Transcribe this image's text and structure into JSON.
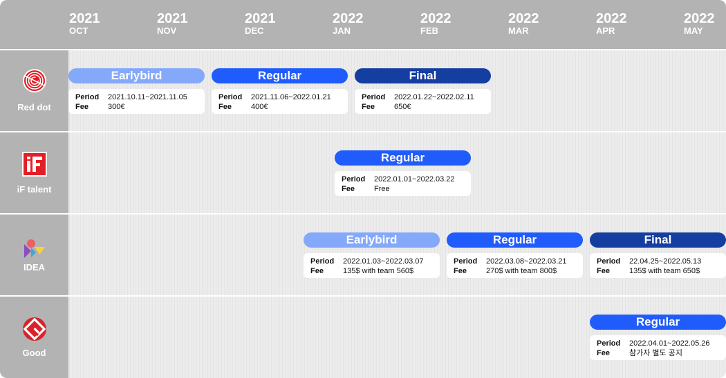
{
  "timeline": {
    "months": [
      {
        "year": "2021",
        "month": "OCT"
      },
      {
        "year": "2021",
        "month": "NOV"
      },
      {
        "year": "2021",
        "month": "DEC"
      },
      {
        "year": "2022",
        "month": "JAN"
      },
      {
        "year": "2022",
        "month": "FEB"
      },
      {
        "year": "2022",
        "month": "MAR"
      },
      {
        "year": "2022",
        "month": "APR"
      },
      {
        "year": "2022",
        "month": "MAY"
      }
    ]
  },
  "labels": {
    "period": "Period",
    "fee": "Fee"
  },
  "colors": {
    "earlybird": "#84a9fb",
    "regular": "#1f5cfb",
    "final": "#143ea0",
    "header": "#b3b3b3",
    "background": "#ececec"
  },
  "awards": [
    {
      "name": "Red dot",
      "icon": "red-dot-logo-icon",
      "phases": [
        {
          "label": "Earlybird",
          "type": "earlybird",
          "period": "2021.10.11~2021.11.05",
          "fee": "300€"
        },
        {
          "label": "Regular",
          "type": "regular",
          "period": "2021.11.06~2022.01.21",
          "fee": "400€"
        },
        {
          "label": "Final",
          "type": "final",
          "period": "2022.01.22~2022.02.11",
          "fee": "650€"
        }
      ]
    },
    {
      "name": "iF talent",
      "icon": "if-logo-icon",
      "phases": [
        {
          "label": "Regular",
          "type": "regular",
          "period": "2022.01.01~2022.03.22",
          "fee": "Free"
        }
      ]
    },
    {
      "name": "IDEA",
      "icon": "idea-logo-icon",
      "phases": [
        {
          "label": "Earlybird",
          "type": "earlybird",
          "period": "2022.01.03~2022.03.07",
          "fee": "135$ with team 560$"
        },
        {
          "label": "Regular",
          "type": "regular",
          "period": "2022.03.08~2022.03.21",
          "fee": "270$ with team 800$"
        },
        {
          "label": "Final",
          "type": "final",
          "period": "22.04.25~2022.05.13",
          "fee": "135$ with team 650$"
        }
      ]
    },
    {
      "name": "Good",
      "icon": "good-design-logo-icon",
      "phases": [
        {
          "label": "Regular",
          "type": "regular",
          "period": "2022.04.01~2022.05.26",
          "fee": "참가자 별도 공지"
        }
      ]
    }
  ]
}
